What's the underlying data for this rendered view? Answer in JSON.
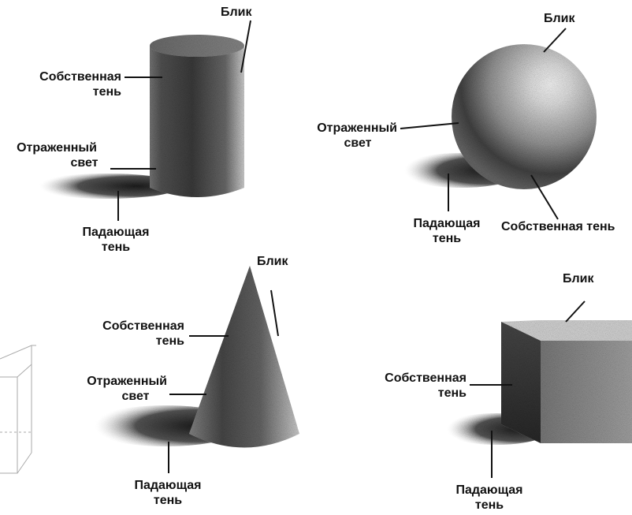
{
  "labels": {
    "highlight": "Блик",
    "own_shadow_1": "Собственная",
    "own_shadow_2": "тень",
    "own_shadow_full": "Собственная тень",
    "reflected_1": "Отраженный",
    "reflected_2": "свет",
    "cast_shadow_1": "Падающая",
    "cast_shadow_2": "тень"
  },
  "colors": {
    "text": "#111111",
    "leader": "#111111"
  }
}
